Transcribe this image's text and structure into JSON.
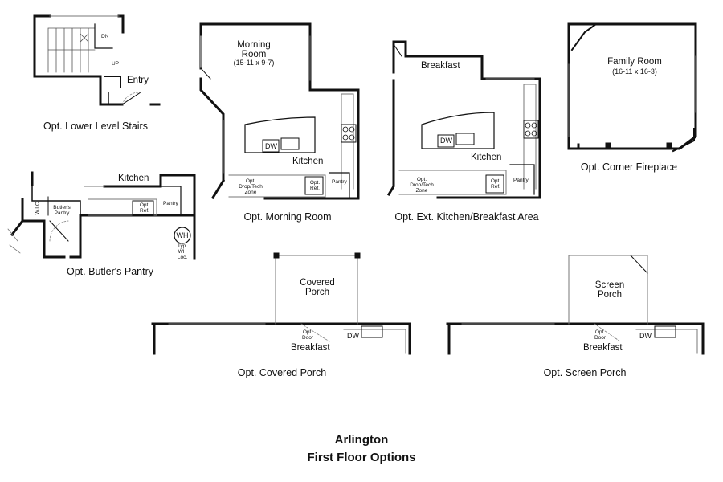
{
  "footer": {
    "line1": "Arlington",
    "line2": "First Floor Options"
  },
  "plans": {
    "lower_stairs": {
      "caption": "Opt. Lower Level Stairs",
      "room": "Entry",
      "dn": "DN",
      "up": "UP"
    },
    "morning_room": {
      "caption": "Opt. Morning Room",
      "room_l1": "Morning",
      "room_l2": "Room",
      "dims": "(15-11 x 9-7)",
      "kitchen": "Kitchen",
      "dw": "DW",
      "pantry": "Pantry",
      "ref": "Opt. Ref.",
      "drop_tech": "Opt. Drop/Tech Zone"
    },
    "ext_kitchen": {
      "caption": "Opt. Ext. Kitchen/Breakfast Area",
      "breakfast": "Breakfast",
      "kitchen": "Kitchen",
      "dw": "DW",
      "pantry": "Pantry",
      "ref": "Opt. Ref.",
      "drop_tech": "Opt. Drop/Tech Zone"
    },
    "fireplace": {
      "caption": "Opt. Corner Fireplace",
      "room": "Family Room",
      "dims": "(16-11 x 16-3)"
    },
    "butlers_pantry": {
      "caption": "Opt. Butler's Pantry",
      "kitchen": "Kitchen",
      "butlers": "Butler's Pantry",
      "walkin": "W.I.C.",
      "pantry": "Pantry",
      "ref": "Opt. Ref.",
      "wh": "WH",
      "typ_wh": "Typ. WH Loc."
    },
    "covered_porch": {
      "caption": "Opt. Covered Porch",
      "porch_l1": "Covered",
      "porch_l2": "Porch",
      "breakfast": "Breakfast",
      "door": "Opt. Door",
      "dw": "DW"
    },
    "screen_porch": {
      "caption": "Opt. Screen Porch",
      "porch_l1": "Screen",
      "porch_l2": "Porch",
      "breakfast": "Breakfast",
      "door": "Opt. Door",
      "dw": "DW"
    }
  },
  "colors": {
    "wall": "#111111",
    "thin_line": "#777777",
    "background": "#ffffff"
  }
}
